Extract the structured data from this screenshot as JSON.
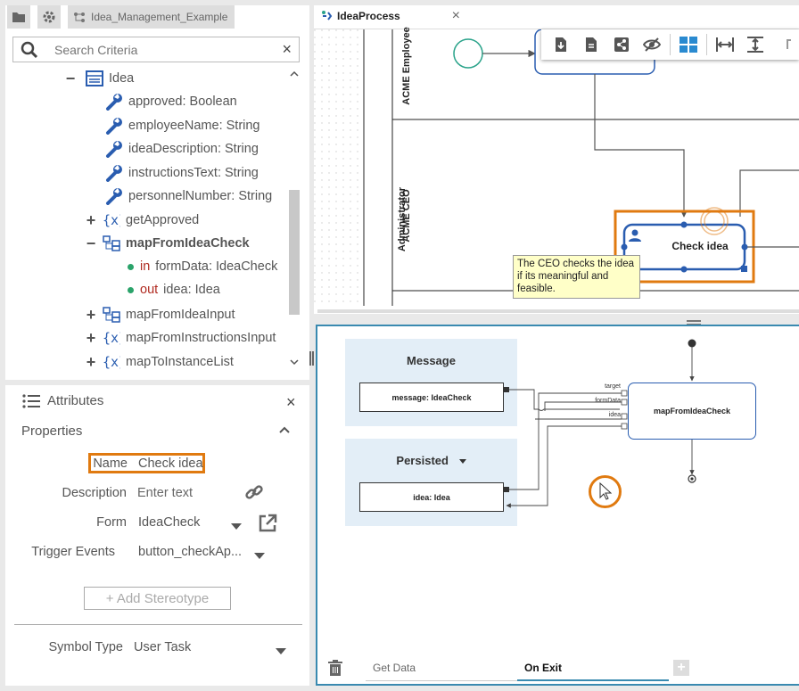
{
  "topbar": {
    "model_tab": "Idea_Management_Example"
  },
  "search": {
    "placeholder": "Search Criteria"
  },
  "tree": {
    "root": "Idea",
    "attributes": [
      {
        "name": "approved",
        "type": ": Boolean"
      },
      {
        "name": "employeeName",
        "type": ": String"
      },
      {
        "name": "ideaDescription",
        "type": ": String"
      },
      {
        "name": "instructionsText",
        "type": ": String"
      },
      {
        "name": "personnelNumber",
        "type": ": String"
      }
    ],
    "getApproved": "getApproved",
    "mapFromIdeaCheck": "mapFromIdeaCheck",
    "param_in_kw": "in",
    "param_in_name": "formData",
    "param_in_type": ": IdeaCheck",
    "param_out_kw": "out",
    "param_out_name": "idea",
    "param_out_type": ": Idea",
    "mapFromIdeaInput": "mapFromIdeaInput",
    "mapFromInstructionsInput": "mapFromInstructionsInput",
    "mapToInstanceList": "mapToInstanceList"
  },
  "attributes_panel": {
    "title": "Attributes",
    "section": "Properties",
    "name_label": "Name",
    "name_value": "Check idea",
    "description_label": "Description",
    "description_placeholder": "Enter text",
    "form_label": "Form",
    "form_value": "IdeaCheck",
    "trigger_label": "Trigger Events",
    "trigger_value": "button_checkAp...",
    "add_stereotype": "+ Add Stereotype",
    "symbol_type_label": "Symbol Type",
    "symbol_type_value": "User Task"
  },
  "diagram": {
    "tab_title": "IdeaProcess",
    "pool_label": "Administrator",
    "lane1": "ACME Employee",
    "lane2": "ACME CEO",
    "task_label": "Check idea",
    "tooltip": "The CEO checks the idea if its meaningful and feasible."
  },
  "mapping": {
    "message_title": "Message",
    "message_field": "message: IdeaCheck",
    "persisted_title": "Persisted",
    "persisted_field": "idea: Idea",
    "operation": "mapFromIdeaCheck",
    "port_target": "target",
    "port_formData": "formData",
    "port_idea": "idea",
    "tab_get_data": "Get Data",
    "tab_on_exit": "On Exit"
  },
  "colors": {
    "accent_orange": "#e07a10",
    "task_blue": "#2a5db0",
    "start_green": "#2aa38a",
    "selected_tab_blue": "#3a8ab0"
  }
}
